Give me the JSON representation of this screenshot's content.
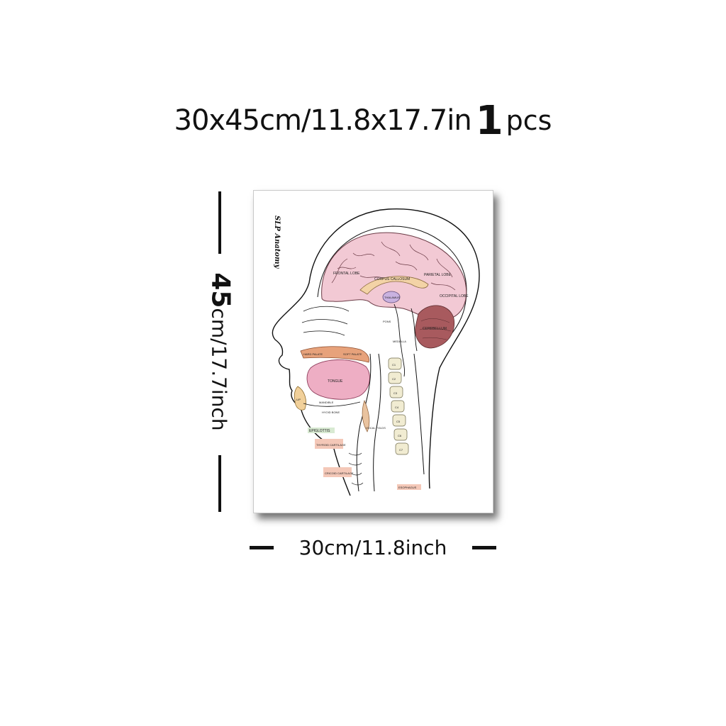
{
  "headline": {
    "dims": "30x45cm/11.8x17.7in",
    "qty": "1",
    "unit": "pcs"
  },
  "height_label": {
    "value": "45",
    "unit": "cm/17.7inch"
  },
  "width_label": "30cm/11.8inch",
  "poster": {
    "title": "SLP Anatomy",
    "labels": {
      "frontal": "FRONTAL LOBE",
      "corpus": "CORPUS CALLOSUM",
      "parietal": "PARIETAL LOBE",
      "occipital": "OCCIPITAL LOBE",
      "thalamus": "THALAMUS",
      "cerebellum": "CEREBELLUM",
      "pons": "PONS",
      "medulla": "MEDULLA",
      "hard_palate": "HARD PALATE",
      "soft_palate": "SOFT PALATE",
      "tongue": "TONGUE",
      "lip": "LIP",
      "mandible": "MANDIBLE",
      "hyoid": "HYOID BONE",
      "epiglottis": "EPIGLOTTIS",
      "thyroid": "THYROID CARTILAGE",
      "cricoid": "CRICOID CARTILAGE",
      "vocal_folds": "VOCAL FOLDS",
      "esophagus": "ESOPHAGUS"
    },
    "vertebrae": [
      "C1",
      "C2",
      "C3",
      "C4",
      "C5",
      "C6",
      "C7"
    ]
  },
  "colors": {
    "brain": "#f2c9d4",
    "brain_stroke": "#6b3b46",
    "cerebellum": "#a85a5e",
    "corpus": "#f3d3a6",
    "thalamus": "#c9b2e0",
    "tongue": "#eeaec4",
    "palate": "#e7a27b",
    "spine": "#f1ecd2",
    "lip": "#f1d09a"
  }
}
